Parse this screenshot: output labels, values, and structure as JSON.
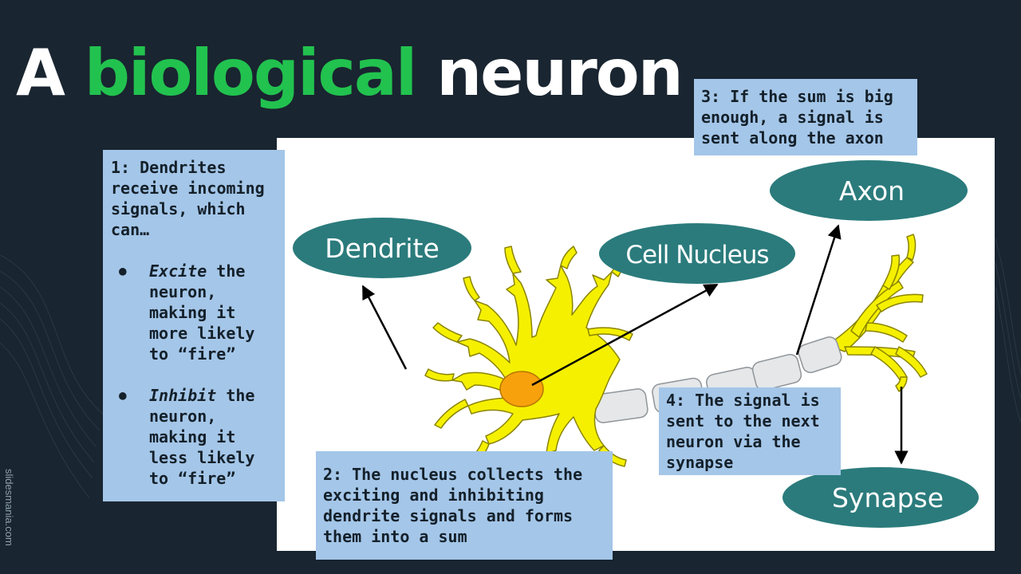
{
  "slide": {
    "title_prefix": "A",
    "title_accent": "biological",
    "title_suffix": "neuron",
    "accent_color": "#22c24f",
    "background_color": "#192530",
    "credit": "slidesmania.com"
  },
  "diagram": {
    "labels": {
      "dendrite": "Dendrite",
      "cell_nucleus": "Cell Nucleus",
      "axon": "Axon",
      "synapse": "Synapse"
    },
    "label_color": "#2b7b7c",
    "neuron_color": "#f5f000",
    "nucleus_color": "#f7a10d"
  },
  "notes": {
    "note1": {
      "intro": "1: Dendrites receive incoming signals, which can…",
      "bullet1_emph": "Excite",
      "bullet1_rest": " the neuron, making it more likely to “fire”",
      "bullet2_emph": "Inhibit",
      "bullet2_rest": " the neuron, making it less likely to “fire”"
    },
    "note2": "2: The nucleus collects the exciting and inhibiting dendrite signals and forms them into a sum",
    "note3": "3: If the sum is big enough, a signal is sent along the axon",
    "note4": "4: The signal is sent to the next neuron via the synapse"
  }
}
